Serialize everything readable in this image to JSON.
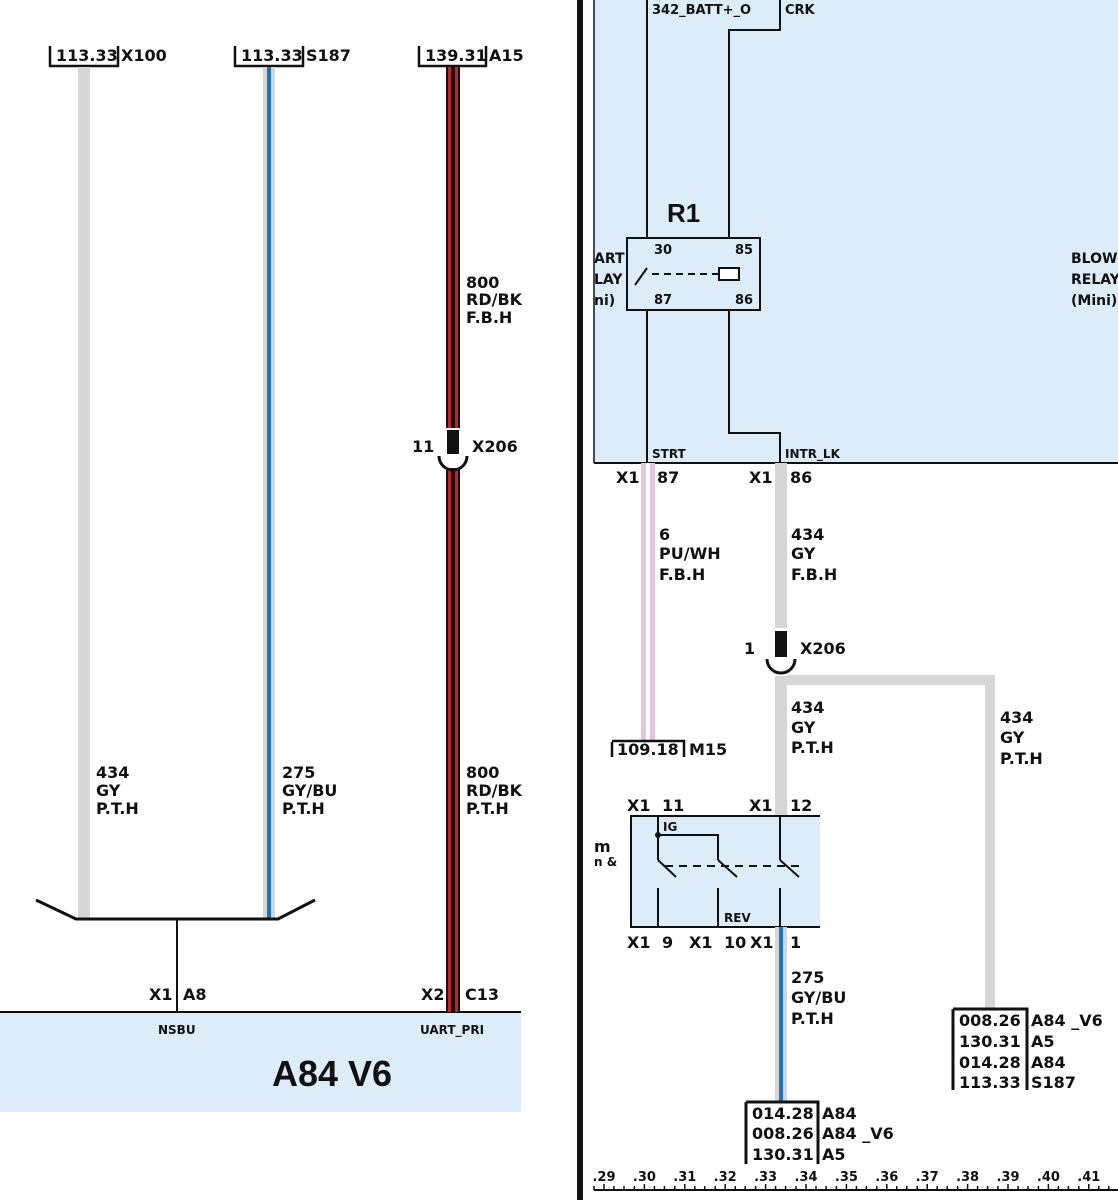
{
  "left_panel": {
    "module_name": "A84 V6",
    "connectors": {
      "x100": {
        "ref": "113.33",
        "id": "X100"
      },
      "s187": {
        "ref": "113.33",
        "id": "S187"
      },
      "a15": {
        "ref": "139.31",
        "id": "A15"
      }
    },
    "wires": {
      "gy": {
        "circuit": "434",
        "color": "GY",
        "loc": "P.T.H"
      },
      "gybu": {
        "circuit": "275",
        "color": "GY/BU",
        "loc": "P.T.H"
      },
      "rdbk_top": {
        "circuit": "800",
        "color": "RD/BK",
        "loc": "F.B.H"
      },
      "rdbk_bottom": {
        "circuit": "800",
        "color": "RD/BK",
        "loc": "P.T.H"
      }
    },
    "inline_connector": {
      "pin": "11",
      "id": "X206"
    },
    "pins": {
      "x1": "X1",
      "a8": "A8",
      "x2": "X2",
      "c13": "C13",
      "nsbu": "NSBU",
      "uart": "UART_PRI"
    }
  },
  "right_panel": {
    "top_labels": {
      "batt": "342_BATT+_O",
      "crk": "CRK"
    },
    "relay": {
      "name": "R1",
      "pins": {
        "p30": "30",
        "p85": "85",
        "p87": "87",
        "p86": "86"
      },
      "left_label": [
        "ART",
        "LAY",
        "ni)"
      ],
      "right_label": [
        "BLOW",
        "RELAY",
        "(Mini)"
      ]
    },
    "module_pins": {
      "strt": "STRT",
      "intr": "INTR_LK",
      "x1a": "X1",
      "p87": "87",
      "x1b": "X1",
      "p86": "86"
    },
    "wires": {
      "puwh": {
        "circuit": "6",
        "color": "PU/WH",
        "loc": "F.B.H"
      },
      "gy_top": {
        "circuit": "434",
        "color": "GY",
        "loc": "F.B.H"
      },
      "gy_mid": {
        "circuit": "434",
        "color": "GY",
        "loc": "P.T.H"
      },
      "gy_right": {
        "circuit": "434",
        "color": "GY",
        "loc": "P.T.H"
      },
      "gybu": {
        "circuit": "275",
        "color": "GY/BU",
        "loc": "P.T.H"
      }
    },
    "inline_connector": {
      "pin": "1",
      "id": "X206"
    },
    "m15": {
      "ref": "109.18",
      "id": "M15"
    },
    "switch": {
      "top_pins": {
        "x1a": "X1",
        "p11": "11",
        "x1b": "X1",
        "p12": "12"
      },
      "bottom_pins": {
        "x1a": "X1",
        "p9": "9",
        "x1b": "X1",
        "p10": "10",
        "x1c": "X1",
        "p1": "1"
      },
      "ig": "IG",
      "rev": "REV",
      "partial_label": [
        "m",
        "n &"
      ]
    },
    "ref_block_right": [
      {
        "ref": "008.26",
        "id": "A84 _V6"
      },
      {
        "ref": "130.31",
        "id": "A5"
      },
      {
        "ref": "014.28",
        "id": "A84"
      },
      {
        "ref": "113.33",
        "id": "S187"
      }
    ],
    "ref_block_bottom": [
      {
        "ref": "014.28",
        "id": "A84"
      },
      {
        "ref": "008.26",
        "id": "A84 _V6"
      },
      {
        "ref": "130.31",
        "id": "A5"
      }
    ],
    "scale": [
      ".29",
      ".30",
      ".31",
      ".32",
      ".33",
      ".34",
      ".35",
      ".36",
      ".37",
      ".38",
      ".39",
      ".40",
      ".41"
    ]
  },
  "colors": {
    "module_fill": "#dcecf9",
    "gray_wire": "#d6d6d6",
    "blue_stripe": "#1a73c7",
    "red_wire": "#cc1f2a",
    "pink_wire": "#e6c4dd"
  }
}
